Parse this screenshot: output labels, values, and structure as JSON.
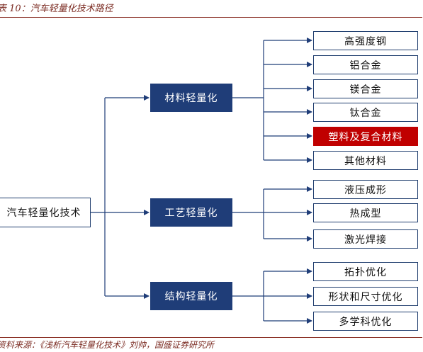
{
  "caption": "表 10：汽车轻量化技术路径",
  "source": "资料来源：《浅析汽车轻量化技术》刘帅，国盛证券研究所",
  "colors": {
    "node_fill": "#1f3d78",
    "connector": "#1f3d78",
    "highlight": "#c00000"
  },
  "root": "汽车轻量化技术",
  "branches": [
    {
      "label": "材料轻量化",
      "children": [
        "高强度钢",
        "铝合金",
        "镁合金",
        "钛合金",
        "塑料及复合材料",
        "其他材料"
      ]
    },
    {
      "label": "工艺轻量化",
      "children": [
        "液压成形",
        "热成型",
        "激光焊接"
      ]
    },
    {
      "label": "结构轻量化",
      "children": [
        "拓扑优化",
        "形状和尺寸优化",
        "多学科优化"
      ]
    }
  ],
  "highlighted_child": "塑料及复合材料"
}
